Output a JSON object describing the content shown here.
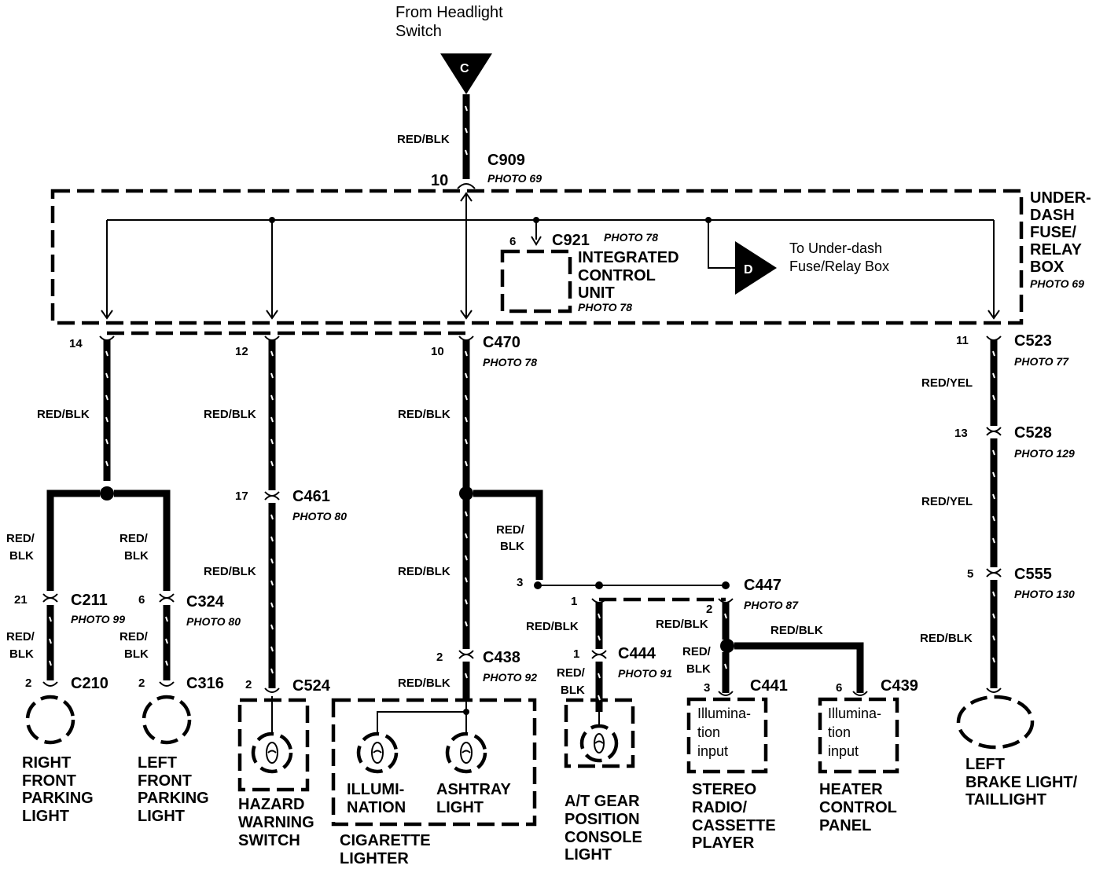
{
  "source": {
    "line1": "From Headlight",
    "line2": "Switch",
    "connector_letter": "C"
  },
  "top": {
    "wire_color": "RED/BLK",
    "connector": "C909",
    "photo": "PHOTO 69",
    "pin": "10"
  },
  "fuse_box": {
    "lines": [
      "UNDER-",
      "DASH",
      "FUSE/",
      "RELAY",
      "BOX"
    ],
    "photo": "PHOTO 69"
  },
  "icu": {
    "pin": "6",
    "connector": "C921",
    "connector_photo": "PHOTO 78",
    "lines": [
      "INTEGRATED",
      "CONTROL",
      "UNIT"
    ],
    "photo": "PHOTO 78"
  },
  "to_box": {
    "letter": "D",
    "line1": "To Under-dash",
    "line2": "Fuse/Relay Box"
  },
  "col1": {
    "pin": "14",
    "wire": "RED/BLK",
    "left_wire": [
      "RED/",
      "BLK"
    ],
    "right_wire": [
      "RED/",
      "BLK"
    ],
    "c211": {
      "pin": "21",
      "name": "C211",
      "photo": "PHOTO 99"
    },
    "c324": {
      "pin": "6",
      "name": "C324",
      "photo": "PHOTO 80"
    },
    "left_wire2": [
      "RED/",
      "BLK"
    ],
    "right_wire2": [
      "RED/",
      "BLK"
    ],
    "c210": {
      "pin": "2",
      "name": "C210"
    },
    "c316": {
      "pin": "2",
      "name": "C316"
    },
    "rf_light": [
      "RIGHT",
      "FRONT",
      "PARKING",
      "LIGHT"
    ],
    "lf_light": [
      "LEFT",
      "FRONT",
      "PARKING",
      "LIGHT"
    ]
  },
  "col2": {
    "pin": "12",
    "wire": "RED/BLK",
    "c461": {
      "pin": "17",
      "name": "C461",
      "photo": "PHOTO 80"
    },
    "wire2": "RED/BLK",
    "c524": {
      "pin": "2",
      "name": "C524"
    },
    "label": [
      "HAZARD",
      "WARNING",
      "SWITCH"
    ]
  },
  "col3": {
    "pin": "10",
    "connector": "C470",
    "photo": "PHOTO 78",
    "wire": "RED/BLK",
    "wire2": "RED/BLK",
    "c438": {
      "pin": "2",
      "name": "C438",
      "photo": "PHOTO 92"
    },
    "wire3": "RED/BLK",
    "illum": [
      "ILLUMI-",
      "NATION"
    ],
    "ashtray": [
      "ASHTRAY",
      "LIGHT"
    ],
    "label": [
      "CIGARETTE",
      "LIGHTER"
    ]
  },
  "branch": {
    "wire": [
      "RED/",
      "BLK"
    ],
    "pin3": "3",
    "c447": {
      "name": "C447",
      "photo": "PHOTO 87",
      "pin1": "1",
      "pin2": "2"
    },
    "c444": {
      "wire": "RED/BLK",
      "pin": "1",
      "name": "C444",
      "photo": "PHOTO 91",
      "wire2": [
        "RED/",
        "BLK"
      ]
    },
    "gear_label": [
      "A/T GEAR",
      "POSITION",
      "CONSOLE",
      "LIGHT"
    ],
    "c447_wire": "RED/BLK",
    "split_wire": [
      "RED/",
      "BLK"
    ],
    "c441": {
      "pin": "3",
      "name": "C441",
      "text": [
        "Illumina-",
        "tion",
        "input"
      ]
    },
    "stereo_label": [
      "STEREO",
      "RADIO/",
      "CASSETTE",
      "PLAYER"
    ],
    "heater_wire": "RED/BLK",
    "c439": {
      "pin": "6",
      "name": "C439",
      "text": [
        "Illumina-",
        "tion",
        "input"
      ]
    },
    "heater_label": [
      "HEATER",
      "CONTROL",
      "PANEL"
    ]
  },
  "col5": {
    "c523": {
      "pin": "11",
      "name": "C523",
      "photo": "PHOTO 77"
    },
    "wire1": "RED/YEL",
    "c528": {
      "pin": "13",
      "name": "C528",
      "photo": "PHOTO 129"
    },
    "wire2": "RED/YEL",
    "c555": {
      "pin": "5",
      "name": "C555",
      "photo": "PHOTO 130"
    },
    "wire3": "RED/BLK",
    "label": [
      "LEFT",
      "BRAKE LIGHT/",
      "TAILLIGHT"
    ]
  }
}
